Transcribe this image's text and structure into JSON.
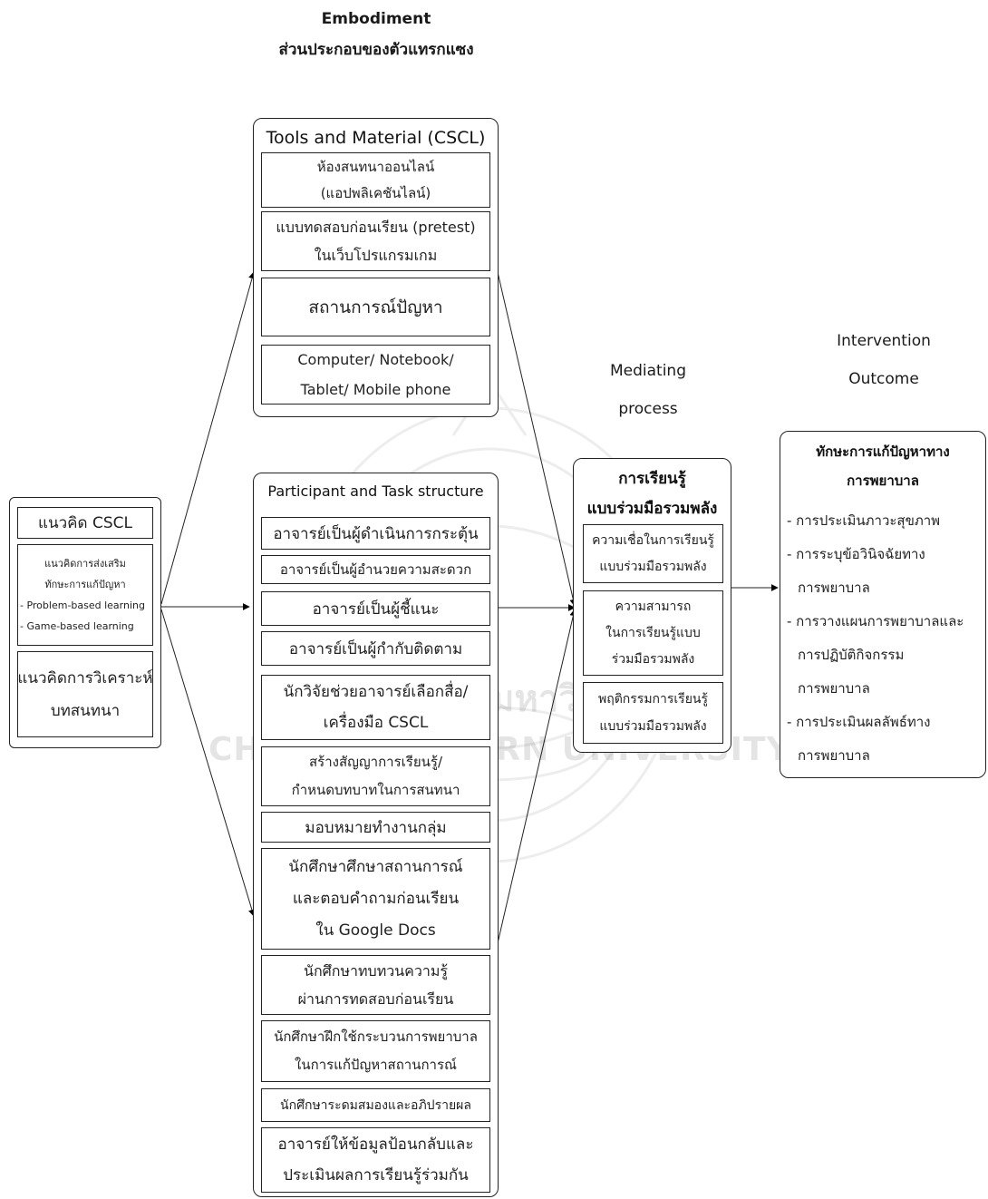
{
  "header": {
    "title_en": "Embodiment",
    "title_th": "ส่วนประกอบของตัวแทรกแซง"
  },
  "mediating_header": {
    "line1": "Mediating",
    "line2": "process"
  },
  "outcome_header": {
    "line1": "Intervention",
    "line2": "Outcome"
  },
  "concept": {
    "cscl": "แนวคิด CSCL",
    "promote": {
      "line1": "แนวคิดการส่งเสริม",
      "line2": "ทักษะการแก้ปัญหา",
      "line3": "- Problem-based learning",
      "line4": "- Game-based learning"
    },
    "analysis": {
      "line1": "แนวคิดการวิเคราะห์",
      "line2": "บทสนทนา"
    }
  },
  "tools": {
    "title": "Tools and Material (CSCL)",
    "items": [
      {
        "l1": "ห้องสนทนาออนไลน์",
        "l2": "(แอปพลิเคชันไลน์)"
      },
      {
        "l1": "แบบทดสอบก่อนเรียน (pretest)",
        "l2": "ในเว็บโปรแกรมเกม"
      },
      {
        "l1": "สถานการณ์ปัญหา"
      },
      {
        "l1": "Computer/ Notebook/",
        "l2": "Tablet/ Mobile phone"
      }
    ]
  },
  "participant": {
    "title": "Participant and Task structure",
    "items": [
      {
        "l1": "อาจารย์เป็นผู้ดำเนินการกระตุ้น"
      },
      {
        "l1": "อาจารย์เป็นผู้อำนวยความสะดวก"
      },
      {
        "l1": "อาจารย์เป็นผู้ชี้แนะ"
      },
      {
        "l1": "อาจารย์เป็นผู้กำกับติดตาม"
      },
      {
        "l1": "นักวิจัยช่วยอาจารย์เลือกสื่อ/",
        "l2": "เครื่องมือ CSCL"
      },
      {
        "l1": "สร้างสัญญาการเรียนรู้/",
        "l2": "กำหนดบทบาทในการสนทนา"
      },
      {
        "l1": "มอบหมายทำงานกลุ่ม"
      },
      {
        "l1": "นักศึกษาศึกษาสถานการณ์",
        "l2": "และตอบคำถามก่อนเรียน",
        "l3": "ใน Google Docs"
      },
      {
        "l1": "นักศึกษาทบทวนความรู้",
        "l2": "ผ่านการทดสอบก่อนเรียน"
      },
      {
        "l1": "นักศึกษาฝึกใช้กระบวนการพยาบาล",
        "l2": "ในการแก้ปัญหาสถานการณ์"
      },
      {
        "l1": "นักศึกษาระดมสมองและอภิปรายผล"
      },
      {
        "l1": "อาจารย์ให้ข้อมูลป้อนกลับและ",
        "l2": "ประเมินผลการเรียนรู้ร่วมกัน"
      }
    ]
  },
  "mediating": {
    "title_l1": "การเรียนรู้",
    "title_l2": "แบบร่วมมือรวมพลัง",
    "items": [
      {
        "l1": "ความเชื่อในการเรียนรู้",
        "l2": "แบบร่วมมือรวมพลัง"
      },
      {
        "l1": "ความสามารถ",
        "l2": "ในการเรียนรู้แบบ",
        "l3": "ร่วมมือรวมพลัง"
      },
      {
        "l1": "พฤติกรรมการเรียนรู้",
        "l2": "แบบร่วมมือรวมพลัง"
      }
    ]
  },
  "outcome": {
    "title_l1": "ทักษะการแก้ปัญหาทาง",
    "title_l2": "การพยาบาล",
    "lines": [
      "- การประเมินภาวะสุขภาพ",
      "- การระบุข้อวินิจฉัยทาง",
      "การพยาบาล",
      "- การวางแผนการพยาบาลและ",
      "การปฏิบัติกิจกรรม",
      "การพยาบาล",
      "- การประเมินผลลัพธ์ทาง",
      "การพยาบาล"
    ]
  },
  "watermark": {
    "line1": "จุฬาลงกรณ์มหาวิทยาลัย",
    "line2": "CHULALONGKORN UNIVERSITY"
  }
}
